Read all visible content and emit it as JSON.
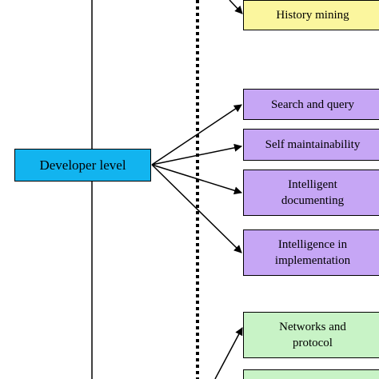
{
  "colors": {
    "developer_fill": "#12b4ef",
    "history_fill": "#fbf69e",
    "purple_fill": "#c6a6f5",
    "green_fill": "#c8f3c6",
    "line": "#000000"
  },
  "nodes": {
    "developer_level": "Developer level",
    "history_mining": "History mining",
    "search_and_query": "Search and query",
    "self_maintainability": "Self maintainability",
    "intelligent_documenting": "Intelligent\ndocumenting",
    "intelligence_in_implementation": "Intelligence in\nimplementation",
    "networks_and_protocol": "Networks and\nprotocol",
    "bottom_partial": ""
  }
}
